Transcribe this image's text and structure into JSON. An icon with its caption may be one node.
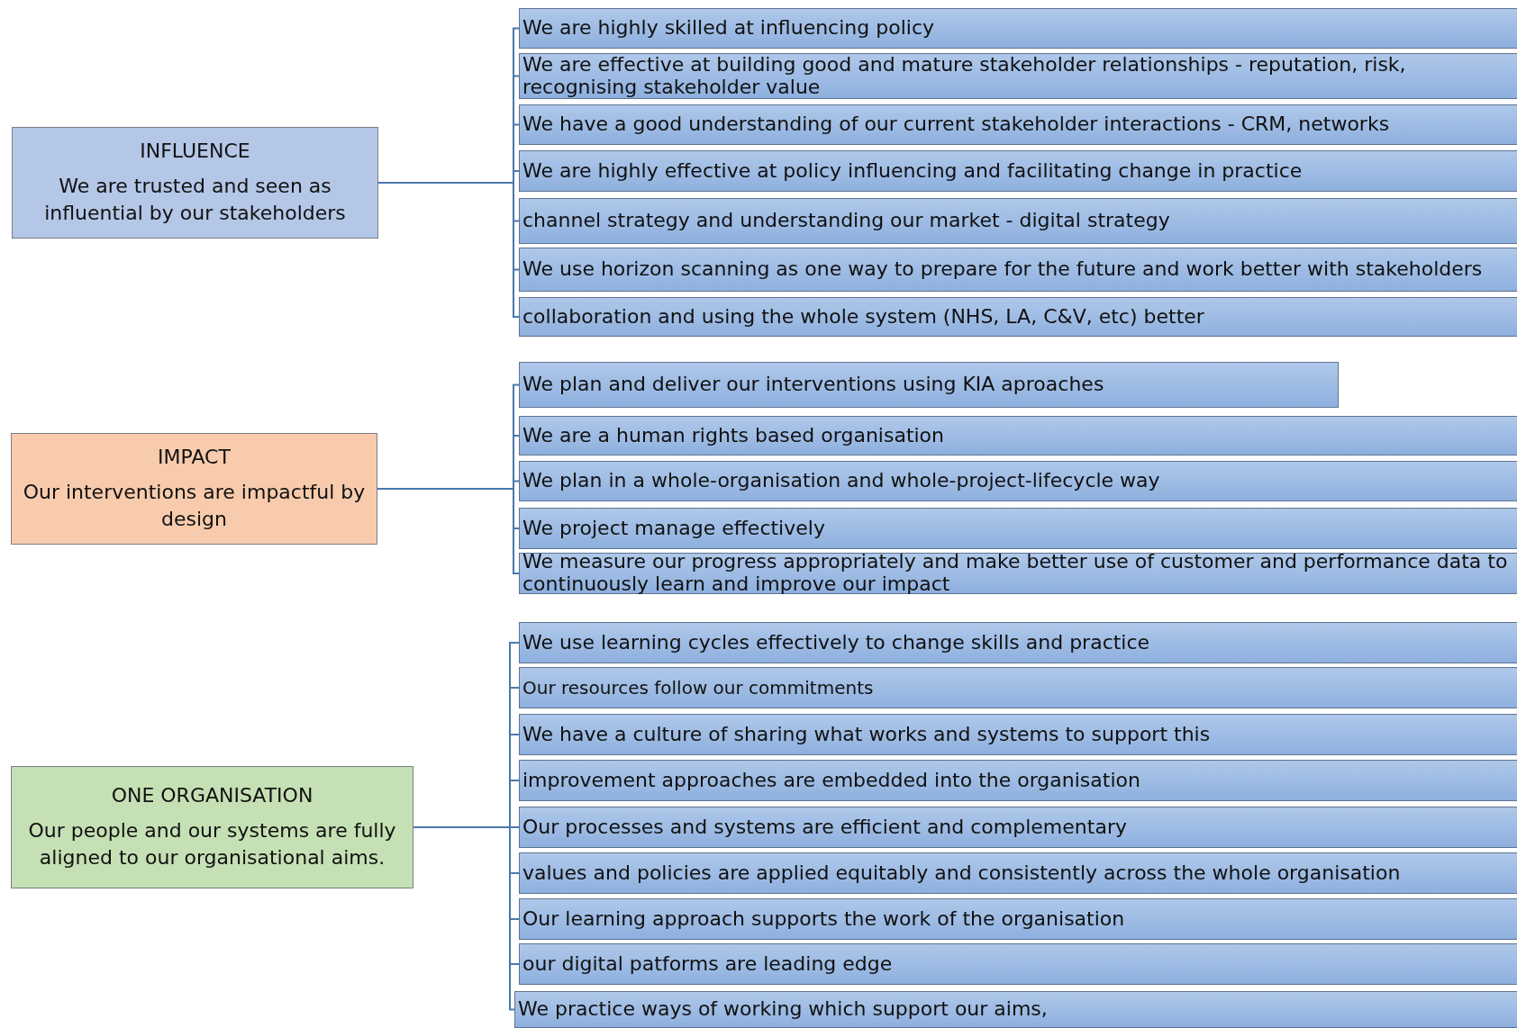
{
  "diagram": {
    "nodes": [
      {
        "text": [
          "INFLUENCE",
          "We are trusted and seen as influential by our stakeholders"
        ]
      },
      {
        "text": [
          "We are highly skilled at influencing policy"
        ]
      },
      {
        "text": [
          "We are effective at building good and mature stakeholder relationships - reputation, risk, recognising stakeholder value"
        ]
      },
      {
        "text": [
          "We have a good understanding of our current stakeholder interactions - CRM, networks"
        ]
      },
      {
        "text": [
          "We are highly effective at policy influencing and facilitating change in practice"
        ]
      },
      {
        "text": [
          "channel strategy and understanding our market - digital strategy"
        ]
      },
      {
        "text": [
          "We use horizon scanning as one way to prepare for the future and work better with stakeholders"
        ]
      },
      {
        "text": [
          "collaboration and using the  whole system (NHS, LA, C&V, etc) better"
        ]
      },
      {
        "text": [
          "IMPACT",
          "Our interventions are impactful by design"
        ]
      },
      {
        "text": [
          "We plan and deliver our interventions using KIA aproaches"
        ]
      },
      {
        "text": [
          "We are a human rights based organisation"
        ]
      },
      {
        "text": [
          "We plan in a whole-organisation and whole-project-lifecycle way"
        ]
      },
      {
        "text": [
          "We project manage effectively"
        ]
      },
      {
        "text": [
          "We measure our progress appropriately and make better use of customer and performance data to continuously learn and improve our impact"
        ]
      },
      {
        "text": [
          "ONE ORGANISATION",
          "Our people and our systems are fully aligned to our organisational aims."
        ]
      },
      {
        "text": [
          "We use learning cycles effectively to change skills and practice"
        ]
      },
      {
        "text": [
          "Our resources follow our commitments"
        ]
      },
      {
        "text": [
          "We have a culture of sharing what works and systems to support this"
        ]
      },
      {
        "text": [
          "improvement approaches are embedded into the organisation"
        ]
      },
      {
        "text": [
          "Our processes and systems are efficient and complementary"
        ]
      },
      {
        "text": [
          "values and policies are applied equitably and consistently across the whole organisation"
        ]
      },
      {
        "text": [
          "Our learning approach supports the work of the organisation"
        ]
      },
      {
        "text": [
          "our digital patforms are leading edge"
        ]
      },
      {
        "text": [
          "We practice ways of working which support our aims,"
        ]
      }
    ],
    "edges": [
      {
        "from": 0,
        "to": 1,
        "arrow": "none"
      },
      {
        "from": 0,
        "to": 2,
        "arrow": "none"
      },
      {
        "from": 0,
        "to": 3,
        "arrow": "none"
      },
      {
        "from": 0,
        "to": 4,
        "arrow": "none"
      },
      {
        "from": 0,
        "to": 5,
        "arrow": "none"
      },
      {
        "from": 0,
        "to": 6,
        "arrow": "none"
      },
      {
        "from": 0,
        "to": 7,
        "arrow": "none"
      },
      {
        "from": 8,
        "to": 9,
        "arrow": "none"
      },
      {
        "from": 8,
        "to": 10,
        "arrow": "none"
      },
      {
        "from": 8,
        "to": 11,
        "arrow": "none"
      },
      {
        "from": 8,
        "to": 12,
        "arrow": "none"
      },
      {
        "from": 8,
        "to": 13,
        "arrow": "none"
      },
      {
        "from": 14,
        "to": 15,
        "arrow": "none"
      },
      {
        "from": 14,
        "to": 16,
        "arrow": "none"
      },
      {
        "from": 14,
        "to": 17,
        "arrow": "none"
      },
      {
        "from": 14,
        "to": 18,
        "arrow": "none"
      },
      {
        "from": 14,
        "to": 19,
        "arrow": "none"
      },
      {
        "from": 14,
        "to": 20,
        "arrow": "none"
      },
      {
        "from": 14,
        "to": 21,
        "arrow": "none"
      },
      {
        "from": 14,
        "to": 22,
        "arrow": "none"
      },
      {
        "from": 14,
        "to": 23,
        "arrow": "none"
      }
    ]
  }
}
